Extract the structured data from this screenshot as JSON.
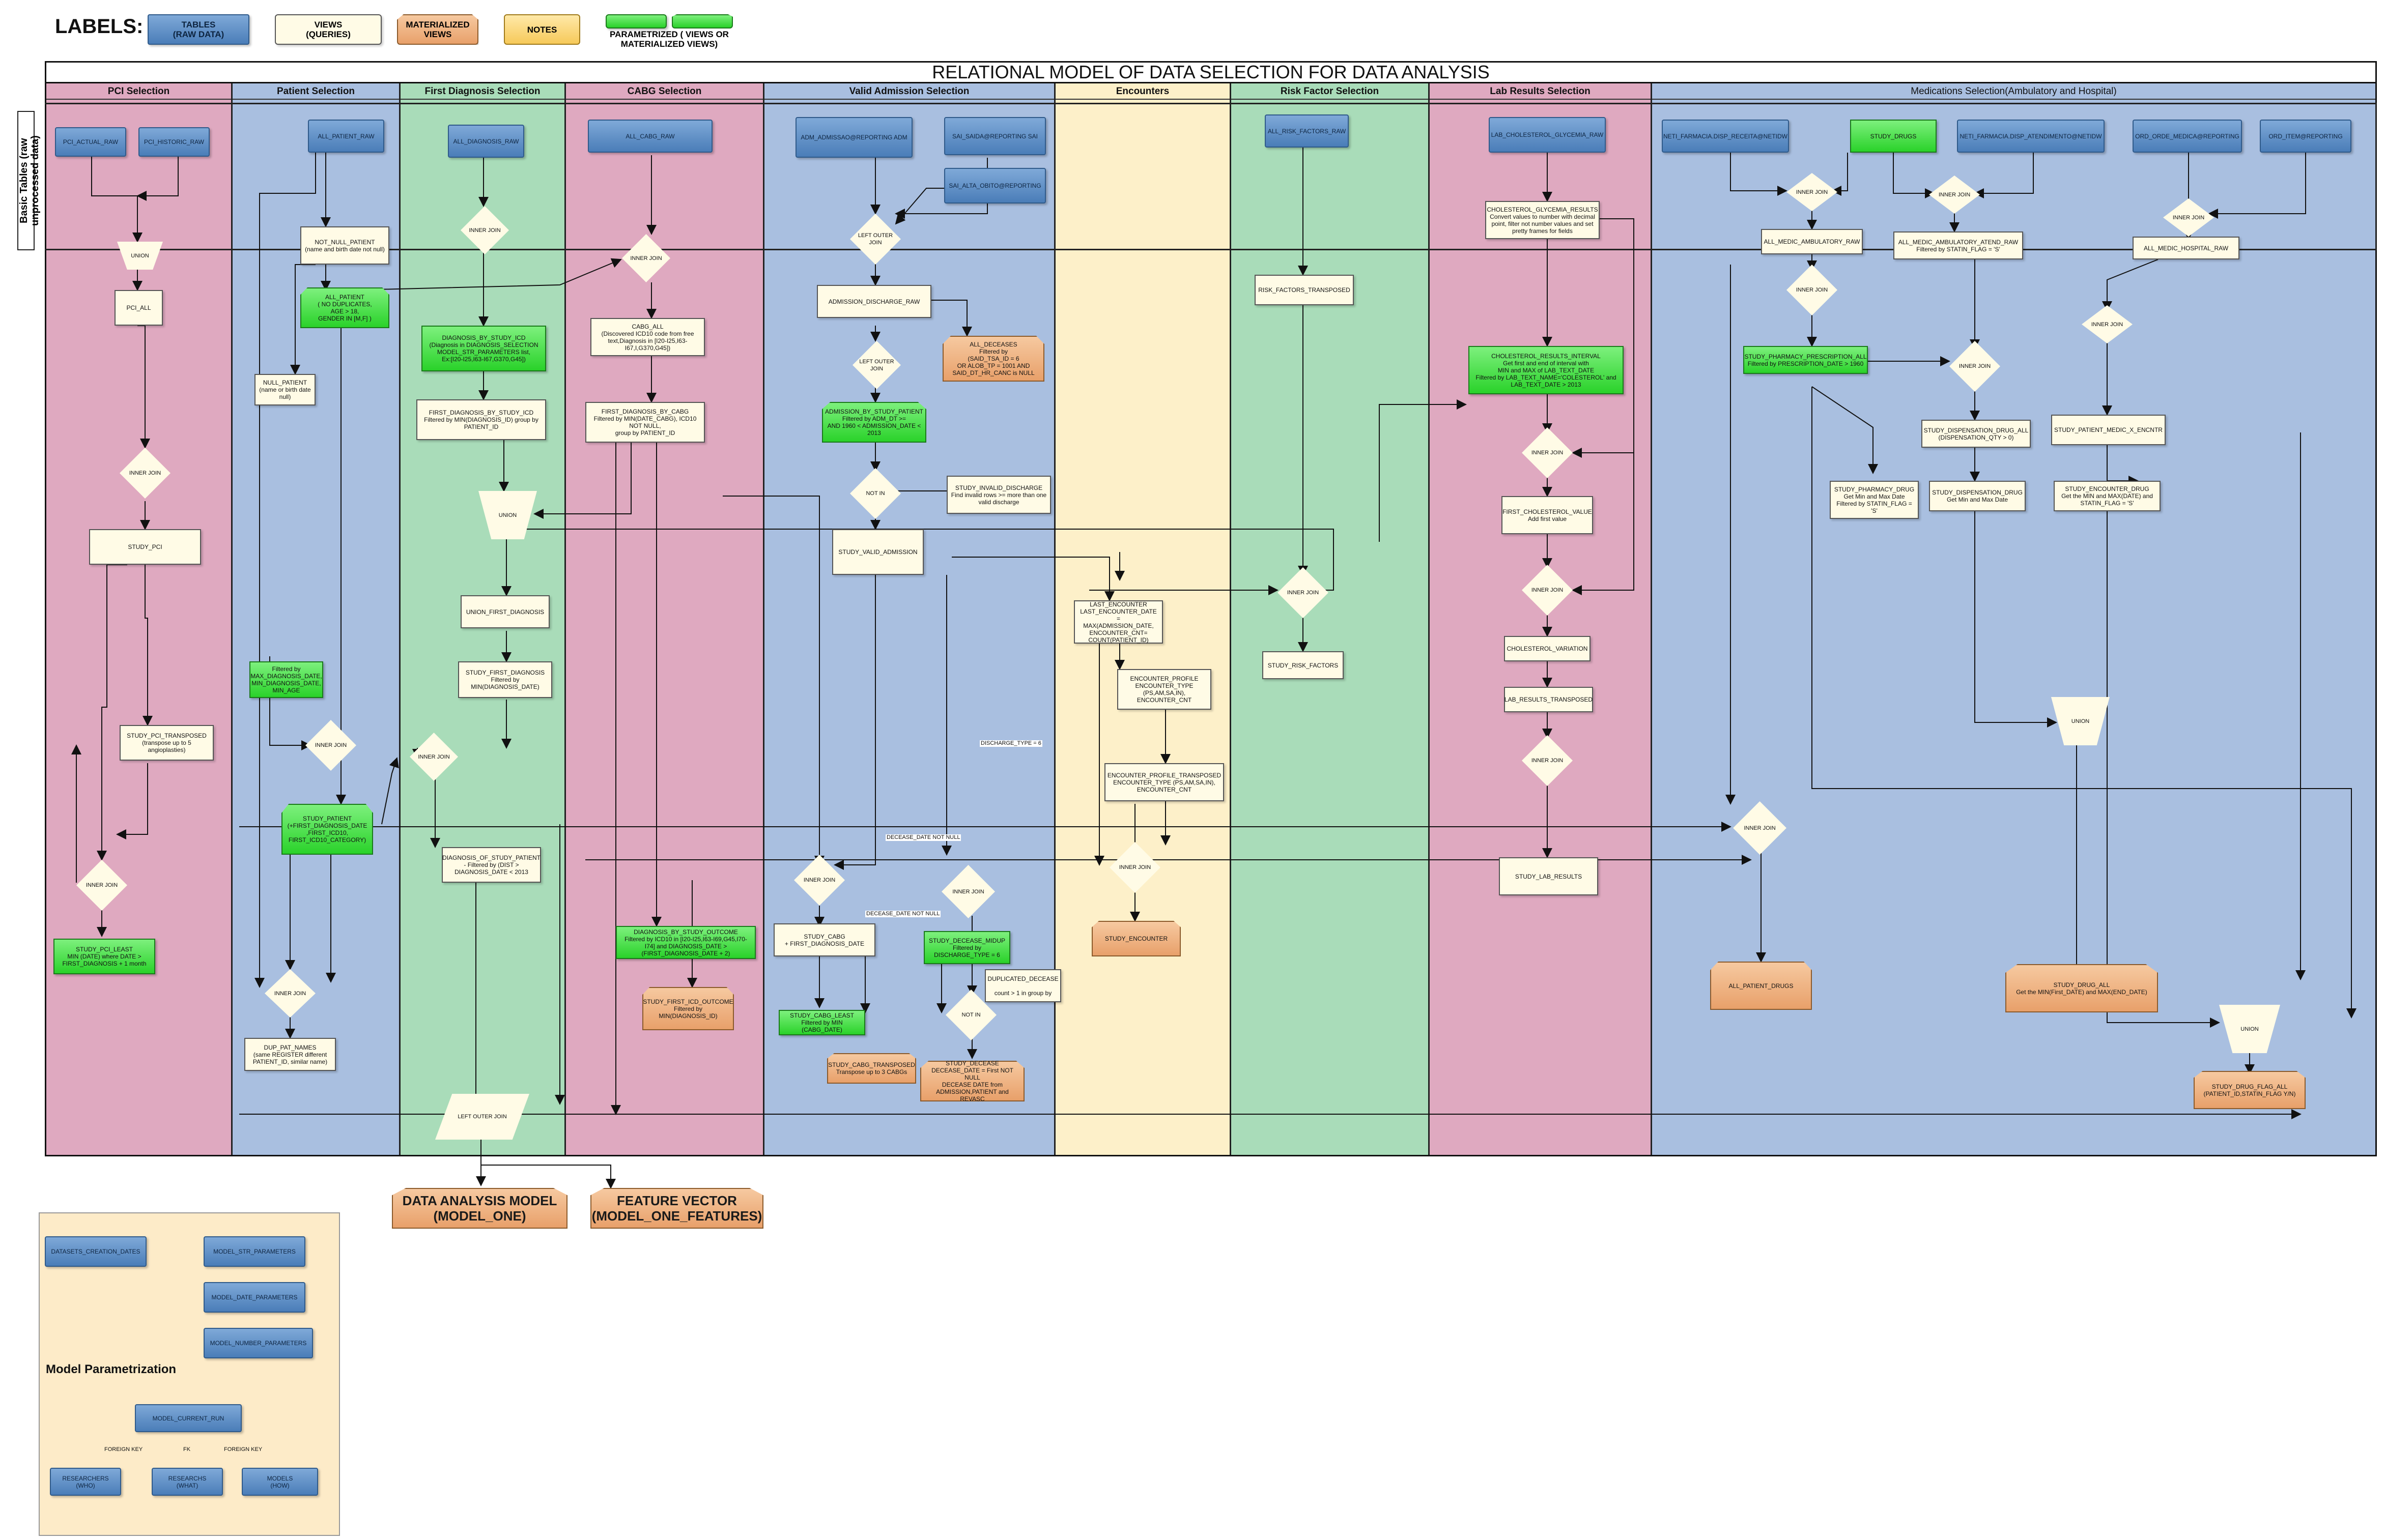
{
  "legend": {
    "title": "LABELS:",
    "tables": "TABLES\n(RAW DATA)",
    "views": "VIEWS\n(QUERIES)",
    "materialized": "MATERIALIZED\nVIEWS",
    "notes": "NOTES",
    "parametrized": "PARAMETRIZED ( VIEWS OR\nMATERIALIZED VIEWS)"
  },
  "title": "RELATIONAL MODEL OF DATA SELECTION FOR DATA ANALYSIS",
  "band_label": "Basic Tables (raw unprocessed data)",
  "lanes": [
    {
      "id": "pci",
      "label": "PCI Selection",
      "color": "#dfa9c0"
    },
    {
      "id": "patient",
      "label": "Patient Selection",
      "color": "#a9bfe0"
    },
    {
      "id": "diag",
      "label": "First Diagnosis Selection",
      "color": "#a9dcb9"
    },
    {
      "id": "cabg",
      "label": "CABG Selection",
      "color": "#dfa9c0"
    },
    {
      "id": "adm",
      "label": "Valid Admission Selection",
      "color": "#a9bfe0"
    },
    {
      "id": "enc",
      "label": "Encounters",
      "color": "#fdf0c9"
    },
    {
      "id": "risk",
      "label": "Risk Factor Selection",
      "color": "#a9dcb9"
    },
    {
      "id": "lab",
      "label": "Lab Results Selection",
      "color": "#dfa9c0"
    },
    {
      "id": "med",
      "label": "Medications Selection(Ambulatory and Hospital)",
      "color": "#a9bfe0"
    }
  ],
  "nodes": {
    "pci_actual_raw": "PCI_ACTUAL_RAW",
    "pci_historic_raw": "PCI_HISTORIC_RAW",
    "pci_union": "UNION",
    "pci_all": "PCI_ALL",
    "pci_inner_join": "INNER JOIN",
    "study_pci": "STUDY_PCI",
    "study_pci_transposed": "STUDY_PCI_TRANSPOSED\n(transpose up to 5 angioplasties)",
    "pci_inner_join2": "INNER JOIN",
    "study_pci_least": "STUDY_PCI_LEAST\nMIN (DATE) where DATE >\nFIRST_DIAGNOSIS + 1 month",
    "all_patient_raw": "ALL_PATIENT_RAW",
    "not_null_patient": "NOT_NULL_PATIENT\n(name and birth date not null)",
    "all_patient": "ALL_PATIENT\n( NO DUPLICATES,\nAGE > 18,\nGENDER IN [M,F] )",
    "null_patient": "NULL_PATIENT\n(name or birth date null)",
    "filtered_by_max_diag": "Filtered by\nMAX_DIAGNOSIS_DATE,\nMIN_DIAGNOSIS_DATE,\nMIN_AGE",
    "pat_inner_join": "INNER JOIN",
    "study_patient": "STUDY_PATIENT\n(+FIRST_DIAGNOSIS_DATE\n,FIRST_ICD10,\nFIRST_ICD10_CATEGORY)",
    "pat_inner_join2": "INNER JOIN",
    "dup_pat_names": "DUP_PAT_NAMES\n(same REGISTER different\nPATIENT_ID, similar name)",
    "all_diagnosis_raw": "ALL_DIAGNOSIS_RAW",
    "diag_inner_join": "INNER JOIN",
    "diagnosis_by_study_icd": "DIAGNOSIS_BY_STUDY_ICD\n(Diagnosis in DIAGNOSIS_SELECTION\nMODEL_STR_PARAMETERS list,\nEx:[I20-I25,I63-I67,G370,G45])",
    "first_diagnosis_by_study_icd": "FIRST_DIAGNOSIS_BY_STUDY_ICD\nFiltered by MIN(DIAGNOSIS_ID) group by\nPATIENT_ID",
    "diag_union": "UNION",
    "union_first_diagnosis": "UNION_FIRST_DIAGNOSIS",
    "study_first_diagnosis": "STUDY_FIRST_DIAGNOSIS\nFiltered by\nMIN(DIAGNOSIS_DATE)",
    "diag_inner_join2": "INNER JOIN",
    "diagnosis_of_study_patient": "DIAGNOSIS_OF_STUDY_PATIENT\n- Filtered by (DIST >\nDIAGNOSIS_DATE < 2013",
    "left_outer_join_final": "LEFT OUTER JOIN",
    "all_cabg_raw": "ALL_CABG_RAW",
    "cabg_inner_join": "INNER JOIN",
    "cabg_all": "CABG_ALL\n(Discovered ICD10 code from free\ntext,Diagnosis in [I20-I25,I63-\nI67,I,G370,G45])",
    "first_diagnosis_by_cabg": "FIRST_DIAGNOSIS_BY_CABG\nFiltered by MIN(DATE_CABG), ICD10\nNOT NULL,\ngroup by PATIENT_ID",
    "diagnosis_by_study_outcome": "DIAGNOSIS_BY_STUDY_OUTCOME\nFiltered by ICD10 in [I20-I25,I63-I69,G45,I70-\nI74] and DIAGNOSIS_DATE >\n(FIRST_DIAGNOSIS_DATE + 2)",
    "study_first_icd_outcome": "STUDY_FIRST_ICD_OUTCOME\nFiltered by\nMIN(DIAGNOSIS_ID)",
    "adm_admissao": "ADM_ADMISSAO@REPORTING ADM",
    "sai_saida": "SAI_SAIDA@REPORTING SAI",
    "sai_alta_obito": "SAI_ALTA_OBITO@REPORTING",
    "adm_left_outer_join": "LEFT OUTER\nJOIN",
    "admission_discharge_raw": "ADMISSION_DISCHARGE_RAW",
    "all_deceases": "ALL_DECEASES\nFiltered by\n(SAID_TSA_ID = 6\nOR ALOB_TP = 1001 AND\nSAID_DT_HR_CANC is NULL",
    "adm_left_outer_join2": "LEFT OUTER\nJOIN",
    "admission_by_study_patient": "ADMISSION_BY_STUDY_PATIENT\nFiltered by ADM_DT >=\nAND 1960 < ADMISSION_DATE <\n2013",
    "not_in": "NOT IN",
    "study_invalid_discharge": "STUDY_INVALID_DISCHARGE\nFind invalid rows >= more than one\nvalid discharge",
    "study_valid_admission": "STUDY_VALID_ADMISSION",
    "discharge_type_lbl": "DISCHARGE_TYPE = 6",
    "decease_not_null_lbl": "DECEASE_DATE NOT NULL",
    "decease_not_null_lbl2": "DECEASE_DATE NOT NULL",
    "adm_inner_join": "INNER JOIN",
    "adm_inner_join2": "INNER JOIN",
    "study_cabg": "STUDY_CABG\n+ FIRST_DIAGNOSIS_DATE",
    "study_decease_midup": "STUDY_DECEASE_MIDUP\nFiltered by\nDISCHARGE_TYPE = 6",
    "duplicated_decease": "DUPLICATED_DECEASE\n\ncount > 1 in group by",
    "not_in2": "NOT IN",
    "study_cabg_least": "STUDY_CABG_LEAST\nFiltered by MIN (CABG_DATE)",
    "study_cabg_transposed": "STUDY_CABG_TRANSPOSED\nTranspose up to 3 CABGs",
    "study_decease": "STUDY_DECEASE\nDECEASE_DATE = First NOT NULL\nDECEASE DATE from\nADMISSION,PATIENT and REVASC",
    "last_encounter": "LAST_ENCOUNTER\nLAST_ENCOUNTER_DATE =\nMAX(ADMISSION_DATE,\nENCOUNTER_CNT=\nCOUNT(PATIENT_ID)",
    "encounter_profile": "ENCOUNTER_PROFILE\nENCOUNTER_TYPE\n(PS,AM,SA,IN),\nENCOUNTER_CNT",
    "encounter_profile_transposed": "ENCOUNTER_PROFILE_TRANSPOSED\nENCOUNTER_TYPE (PS,AM,SA,IN),\nENCOUNTER_CNT",
    "enc_inner_join": "INNER JOIN",
    "study_encounter": "STUDY_ENCOUNTER",
    "all_risk_factors_raw": "ALL_RISK_FACTORS_RAW",
    "risk_factors_transposed": "RISK_FACTORS_TRANSPOSED",
    "risk_inner_join": "INNER JOIN",
    "study_risk_factors": "STUDY_RISK_FACTORS",
    "lab_cholesterol_raw": "LAB_CHOLESTEROL_GLYCEMIA_RAW",
    "cholesterol_glycemia_results": "CHOLESTEROL_GLYCEMIA_RESULTS\nConvert values to number with decimal\npoint, filter not number values and set\npretty frames for fields",
    "cholesterol_results_interval": "CHOLESTEROL_RESULTS_INTERVAL\nGet first and end of interval with\nMIN and MAX of LAB_TEXT_DATE\nFiltered by LAB_TEXT_NAME='COLESTEROL' and\nLAB_TEXT_DATE > 2013",
    "lab_inner_join": "INNER JOIN",
    "first_cholesterol_value": "FIRST_CHOLESTEROL_VALUE\nAdd first value",
    "lab_inner_join2": "INNER JOIN",
    "cholesterol_variation": "CHOLESTEROL_VARIATION",
    "lab_results_transposed": "LAB_RESULTS_TRANSPOSED",
    "lab_inner_join3": "INNER JOIN",
    "study_lab_results": "STUDY_LAB_RESULTS",
    "neti_farmacia_disp": "NETI_FARMACIA.DISP_RECEITA@NETIDW",
    "study_drugs": "STUDY_DRUGS",
    "neti_farmacia_atend": "NETI_FARMACIA.DISP_ATENDIMENTO@NETIDW",
    "ord_orde_medica": "ORD_ORDE_MEDICA@REPORTING",
    "ord_item": "ORD_ITEM@REPORTING",
    "med_inner_join1": "INNER JOIN",
    "med_inner_join2": "INNER JOIN",
    "med_inner_join3": "INNER JOIN",
    "all_medic_ambulatory_raw": "ALL_MEDIC_AMBULATORY_RAW",
    "all_medic_ambulatory_atend_raw": "ALL_MEDIC_AMBULATORY_ATEND_RAW\nFiltered by STATIN_FLAG = 'S'",
    "all_medic_hospital_raw": "ALL_MEDIC_HOSPITAL_RAW",
    "med_inner_join4": "INNER JOIN",
    "med_inner_join5": "INNER JOIN",
    "study_pharmacy_prescription_all": "STUDY_PHARMACY_PRESCRIPTION_ALL\nFiltered by PRESCRIPTION_DATE > 1960",
    "med_inner_join6": "INNER JOIN",
    "study_dispensation_drug_all": "STUDY_DISPENSATION_DRUG_ALL\n(DISPENSATION_QTY > 0)",
    "study_patient_medic_x_encntr": "STUDY_PATIENT_MEDIC_X_ENCNTR",
    "study_pharmacy_drug": "STUDY_PHARMACY_DRUG\nGet Min and Max Date\nFiltered by STATIN_FLAG = 'S'",
    "study_dispensation_drug": "STUDY_DISPENSATION_DRUG\nGet Min and Max Date",
    "study_encounter_drug": "STUDY_ENCOUNTER_DRUG\nGet the MIN and MAX(DATE) and\nSTATIN_FLAG = 'S'",
    "med_union": "UNION",
    "med_inner_join7": "INNER JOIN",
    "all_patient_drugs": "ALL_PATIENT_DRUGS",
    "study_drug_all": "STUDY_DRUG_ALL\nGet the MIN(First_DATE) and MAX(END_DATE)",
    "med_union2": "UNION",
    "study_drug_flag_all": "STUDY_DRUG_FLAG_ALL\n(PATIENT_ID,STATIN_FLAG Y/N)"
  },
  "outputs": {
    "model_one": "DATA ANALYSIS MODEL\n(MODEL_ONE)",
    "model_one_features": "FEATURE VECTOR\n(MODEL_ONE_FEATURES)"
  },
  "parametrization": {
    "title": "Model Parametrization",
    "datasets_creation_dates": "DATASETS_CREATION_DATES",
    "model_str_parameters": "MODEL_STR_PARAMETERS",
    "model_date_parameters": "MODEL_DATE_PARAMETERS",
    "model_number_parameters": "MODEL_NUMBER_PARAMETERS",
    "model_current_run": "MODEL_CURRENT_RUN",
    "researchers": "RESEARCHERS\n(WHO)",
    "researchs": "RESEARCHS\n(WHAT)",
    "models": "MODELS\n(HOW)",
    "fk1": "FOREIGN KEY",
    "fk2": "FK",
    "fk3": "FOREIGN KEY"
  }
}
